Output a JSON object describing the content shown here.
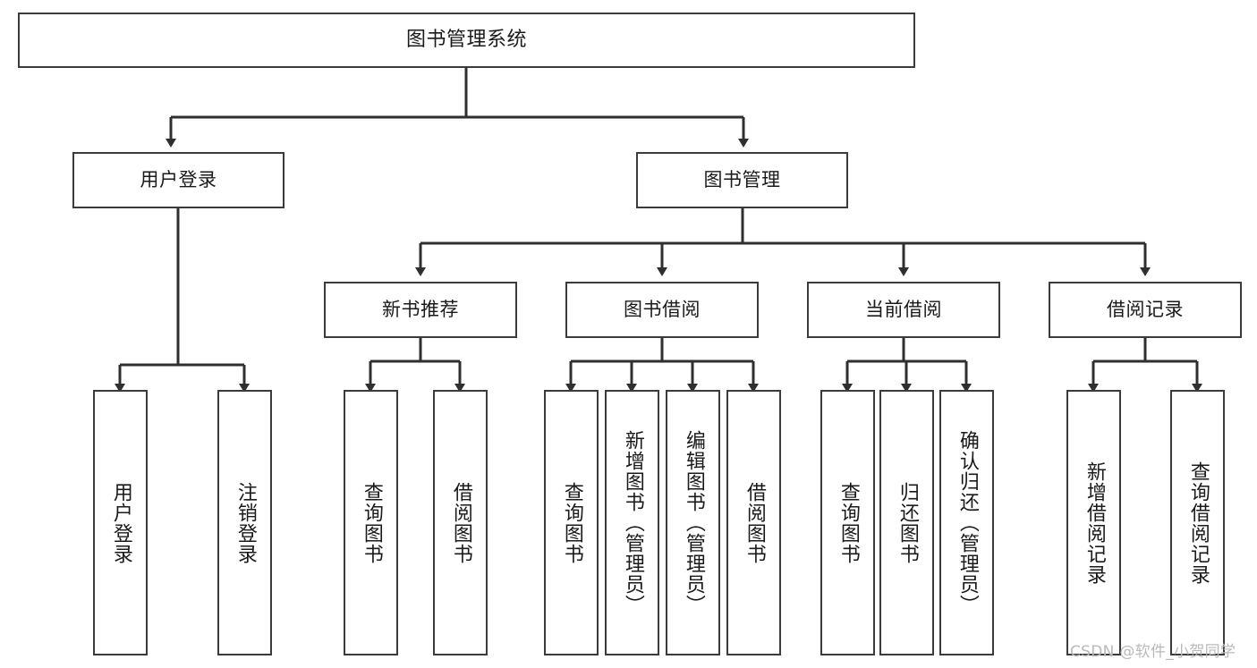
{
  "diagram": {
    "title": "图书管理系统",
    "root": {
      "label": "图书管理系统"
    },
    "level1": [
      {
        "label": "用户登录"
      },
      {
        "label": "图书管理"
      }
    ],
    "level2": [
      {
        "label": "新书推荐"
      },
      {
        "label": "图书借阅"
      },
      {
        "label": "当前借阅"
      },
      {
        "label": "借阅记录"
      }
    ],
    "leaves": {
      "user_login": [
        {
          "label": "用户登录"
        },
        {
          "label": "注销登录"
        }
      ],
      "new_book_recommend": [
        {
          "label": "查询图书"
        },
        {
          "label": "借阅图书"
        }
      ],
      "book_borrow": [
        {
          "label": "查询图书"
        },
        {
          "label": "新增图书（管理员）"
        },
        {
          "label": "编辑图书（管理员）"
        },
        {
          "label": "借阅图书"
        }
      ],
      "current_borrow": [
        {
          "label": "查询图书"
        },
        {
          "label": "归还图书"
        },
        {
          "label": "确认归还（管理员）"
        }
      ],
      "borrow_record": [
        {
          "label": "新增借阅记录"
        },
        {
          "label": "查询借阅记录"
        }
      ]
    },
    "watermark": "CSDN @软件_小贺同学",
    "colors": {
      "border": "#3b3b3b",
      "text": "#1a1a1a",
      "background": "#ffffff",
      "connector": "#2f2f2f",
      "watermark": "#b9b9b9"
    }
  }
}
